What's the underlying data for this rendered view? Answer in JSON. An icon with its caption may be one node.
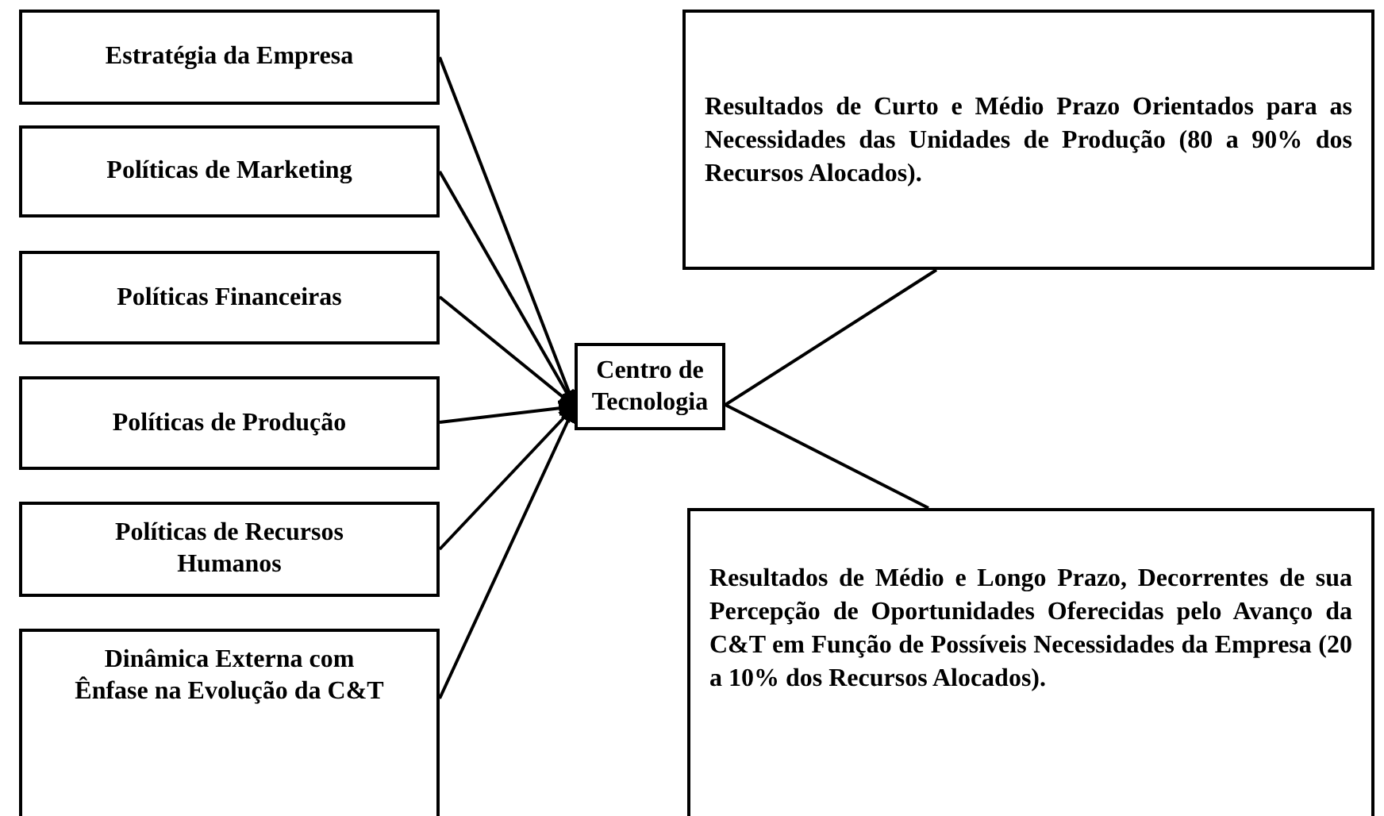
{
  "diagram": {
    "nodes": [
      {
        "text": [
          "Estratégia da Empresa"
        ]
      },
      {
        "text": [
          "Políticas de Marketing"
        ]
      },
      {
        "text": [
          "Políticas Financeiras"
        ]
      },
      {
        "text": [
          "Políticas de Produção"
        ]
      },
      {
        "text": [
          "Políticas de Recursos Humanos"
        ]
      },
      {
        "text": [
          "Dinâmica Externa com Ênfase na Evolução da C&T"
        ]
      },
      {
        "text": [
          "Centro de Tecnologia"
        ]
      },
      {
        "text": [
          "Resultados de Curto e Médio Prazo Orientados para as Necessidades das Unidades de Produção (80 a 90% dos Recursos Alocados)."
        ]
      },
      {
        "text": [
          "Resultados de Médio e Longo Prazo, Decorrentes de sua Percepção de Oportunidades Oferecidas pelo Avanço da C&T em Função de Possíveis Necessidades da Empresa (20 a 10% dos Recursos Alocados)."
        ]
      }
    ],
    "edges": [
      {
        "from": 0,
        "to": 6,
        "arrow": "to"
      },
      {
        "from": 1,
        "to": 6,
        "arrow": "to"
      },
      {
        "from": 2,
        "to": 6,
        "arrow": "to"
      },
      {
        "from": 3,
        "to": 6,
        "arrow": "to"
      },
      {
        "from": 4,
        "to": 6,
        "arrow": "to"
      },
      {
        "from": 5,
        "to": 6,
        "arrow": "to"
      },
      {
        "from": 6,
        "to": 7,
        "arrow": "none"
      },
      {
        "from": 6,
        "to": 8,
        "arrow": "none"
      }
    ]
  }
}
